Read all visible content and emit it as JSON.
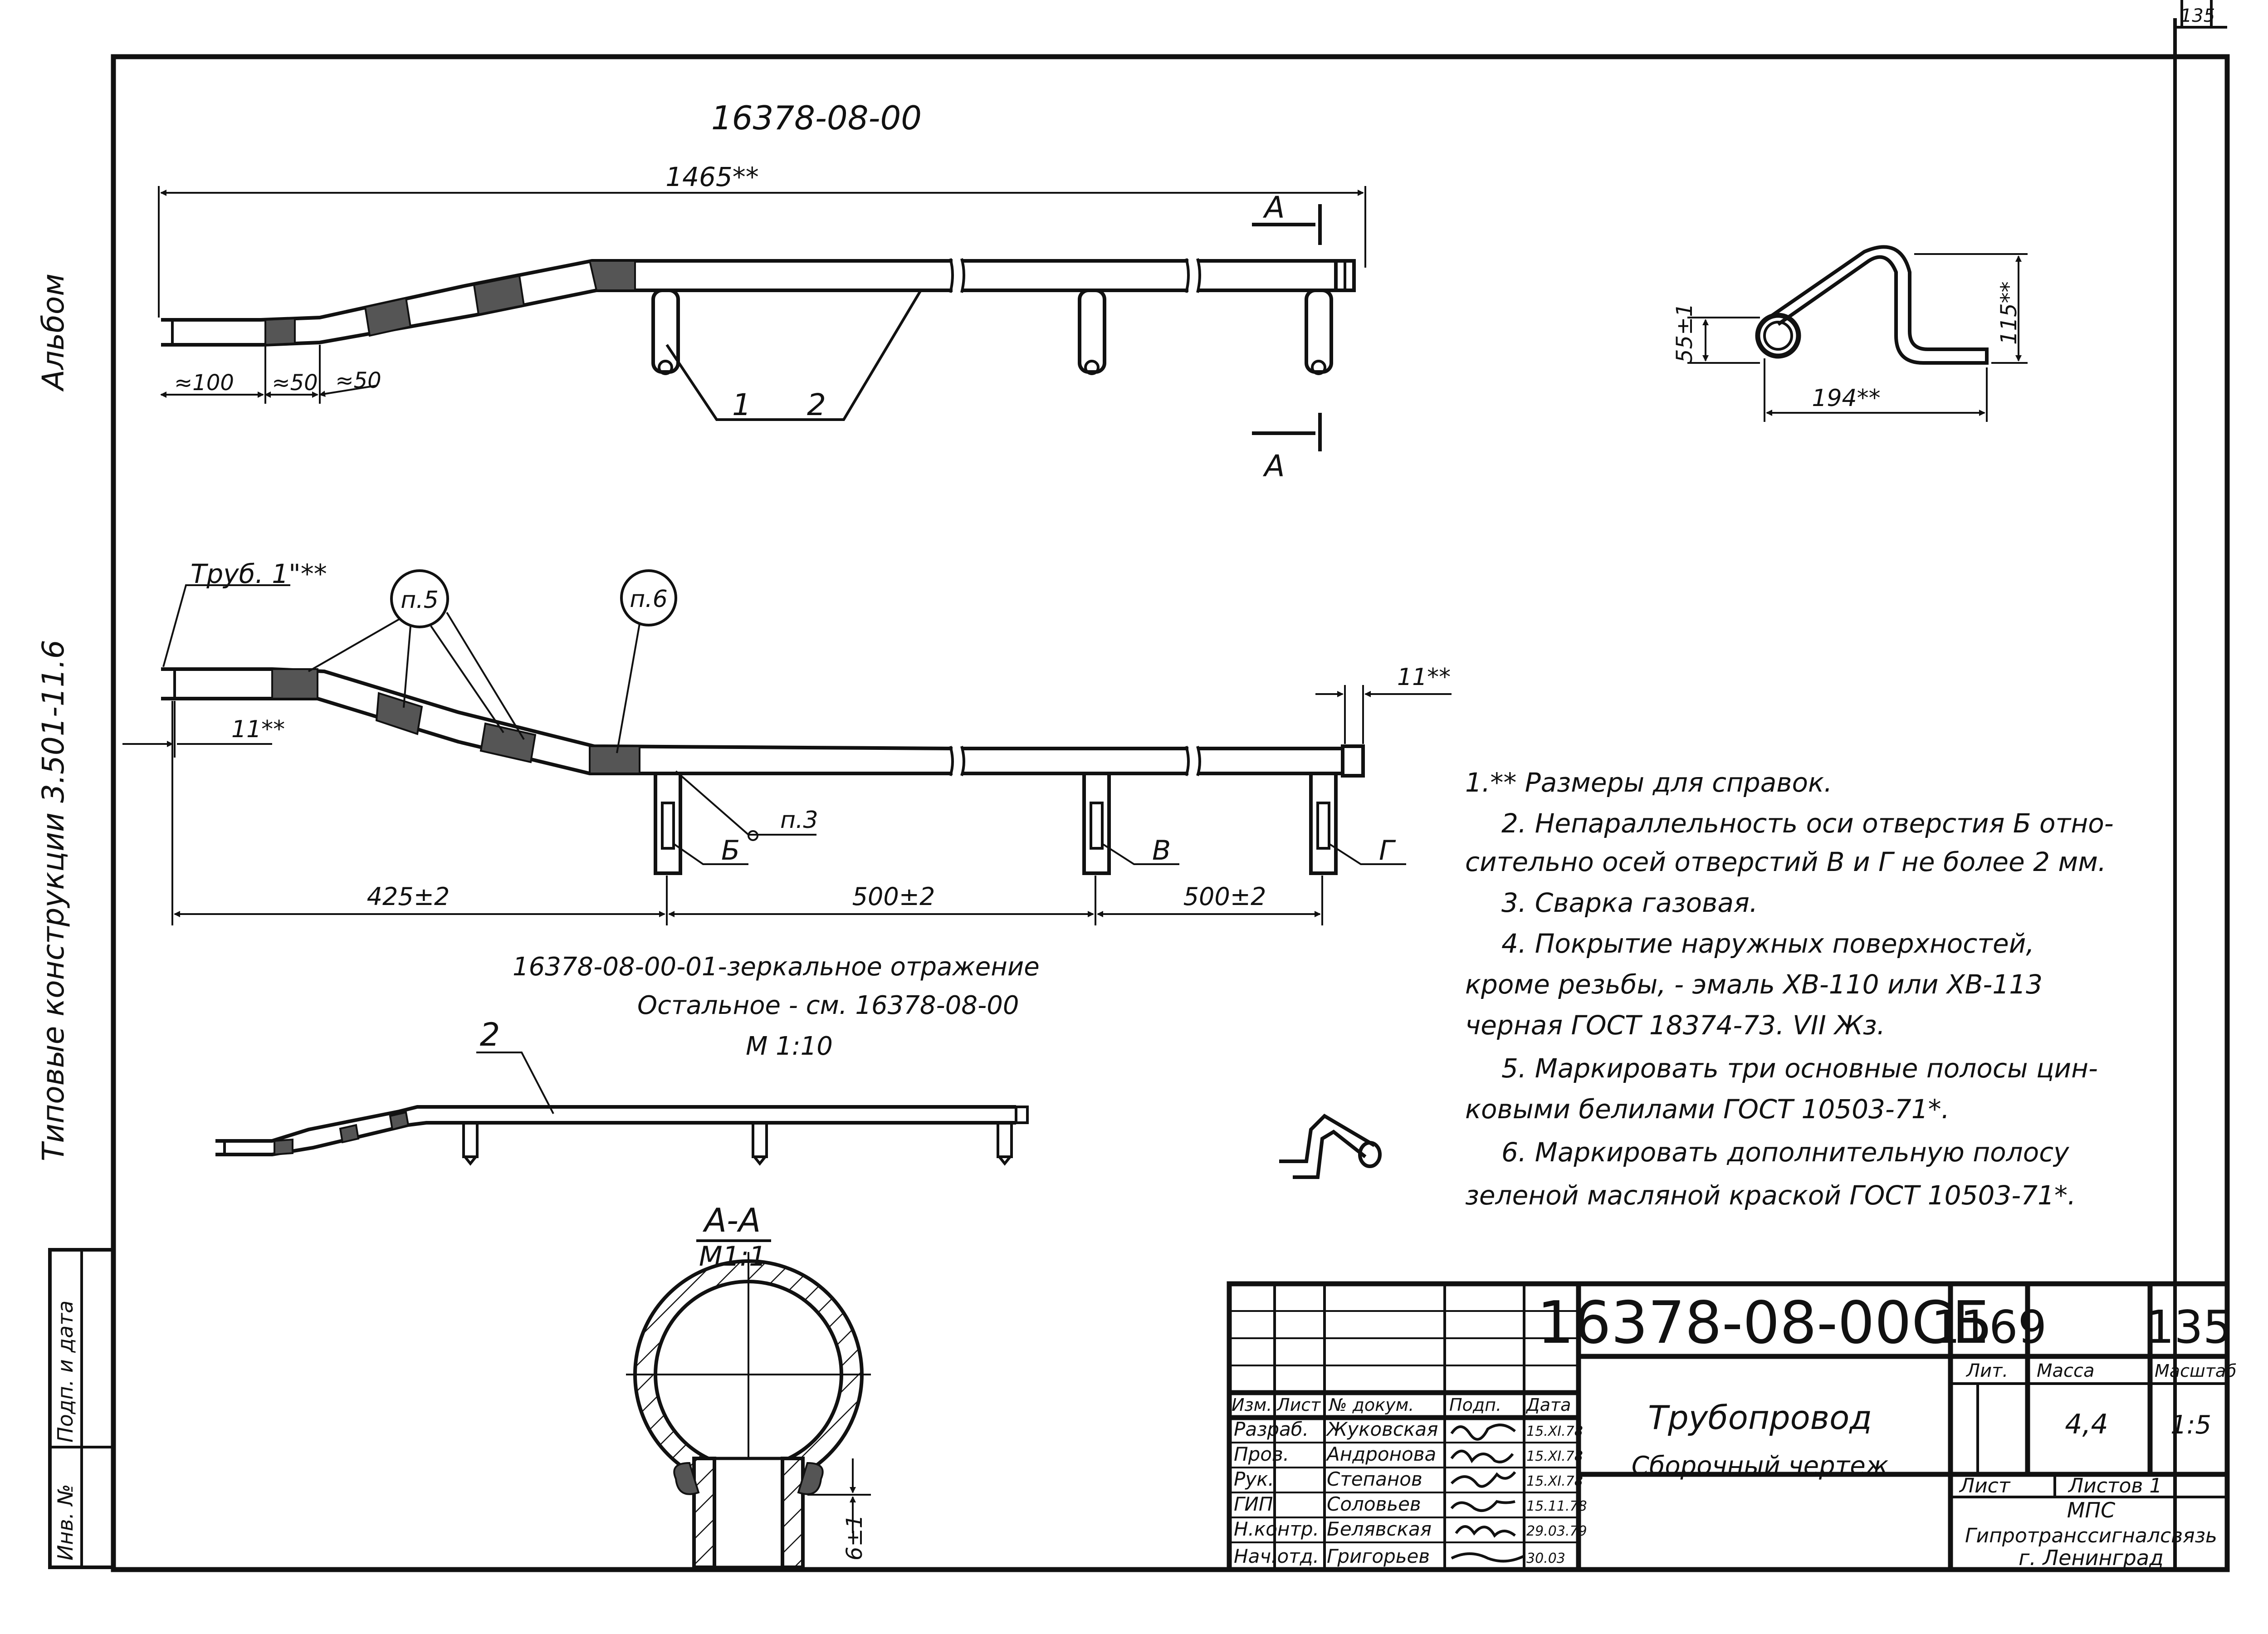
{
  "page": {
    "number": "135"
  },
  "side_labels": {
    "album": "Альбом",
    "series": "Типовые конструкции 3.501-11.6",
    "inv_no": "Инв. №",
    "sign_date": "Подп. и дата"
  },
  "view_top": {
    "title": "16378-08-00",
    "dim_total": "1465**",
    "dim_a": "≈100",
    "dim_b": "≈50",
    "dim_c": "≈50",
    "callout_1": "1",
    "callout_2": "2",
    "section_mark": "А"
  },
  "view_side": {
    "dim_height": "115**",
    "dim_offset": "55±1",
    "dim_width": "194**"
  },
  "view_main": {
    "pipe_label": "Труб. 1\"**",
    "dim_left": "11**",
    "dim_right": "11**",
    "callout_p5": "п.5",
    "callout_p6": "п.6",
    "callout_p3": "п.3",
    "hole_b": "Б",
    "hole_v": "В",
    "hole_g": "Г",
    "dim_1": "425±2",
    "dim_2": "500±2",
    "dim_3": "500±2"
  },
  "mirror_note": {
    "line1": "16378-08-00-01-зеркальное отражение",
    "line2": "Остальное - см. 16378-08-00",
    "scale": "М 1:10"
  },
  "small_view": {
    "callout_2": "2"
  },
  "section": {
    "title": "А-А",
    "scale": "М1:1",
    "dim": "6±1"
  },
  "notes": [
    "1.** Размеры для справок.",
    "2. Непараллельность оси отверстия Б отно-",
    "сительно осей отверстий В и Г не более 2 мм.",
    "3. Сварка газовая.",
    "4. Покрытие наружных поверхностей,",
    "кроме резьбы, - эмаль ХВ-110 или ХВ-113",
    "черная ГОСТ 18374-73. VII Жз.",
    "5. Маркировать три основные полосы цин-",
    "ковыми белилами ГОСТ 10503-71*.",
    "6. Маркировать дополнительную полосу",
    "зеленой масляной краской ГОСТ 10503-71*."
  ],
  "title_block": {
    "doc_number": "16378-08-00СБ",
    "code": "1169",
    "page": "135",
    "headers": {
      "izm": "Изм.",
      "list": "Лист",
      "doc": "№ докум.",
      "sign": "Подп.",
      "date": "Дата",
      "lit": "Лит.",
      "mass": "Масса",
      "scale": "Масштаб"
    },
    "rows": [
      {
        "role": "Разраб.",
        "name": "Жуковская",
        "date": "15.XI.78"
      },
      {
        "role": "Пров.",
        "name": "Андронова",
        "date": "15.XI.78"
      },
      {
        "role": "Рук.",
        "name": "Степанов",
        "date": "15.XI.78"
      },
      {
        "role": "ГИП",
        "name": "Соловьев",
        "date": "15.11.78"
      },
      {
        "role": "Н.контр.",
        "name": "Белявская",
        "date": "29.03.79"
      },
      {
        "role": "Нач.отд.",
        "name": "Григорьев",
        "date": "30.03"
      }
    ],
    "name_line1": "Трубопровод",
    "name_line2": "Сборочный чертеж",
    "mass": "4,4",
    "scale": "1:5",
    "sheet_label": "Лист",
    "sheets_label": "Листов 1",
    "org_1": "МПС",
    "org_2": "Гипротранссигналсвязь",
    "org_3": "г. Ленинград"
  }
}
